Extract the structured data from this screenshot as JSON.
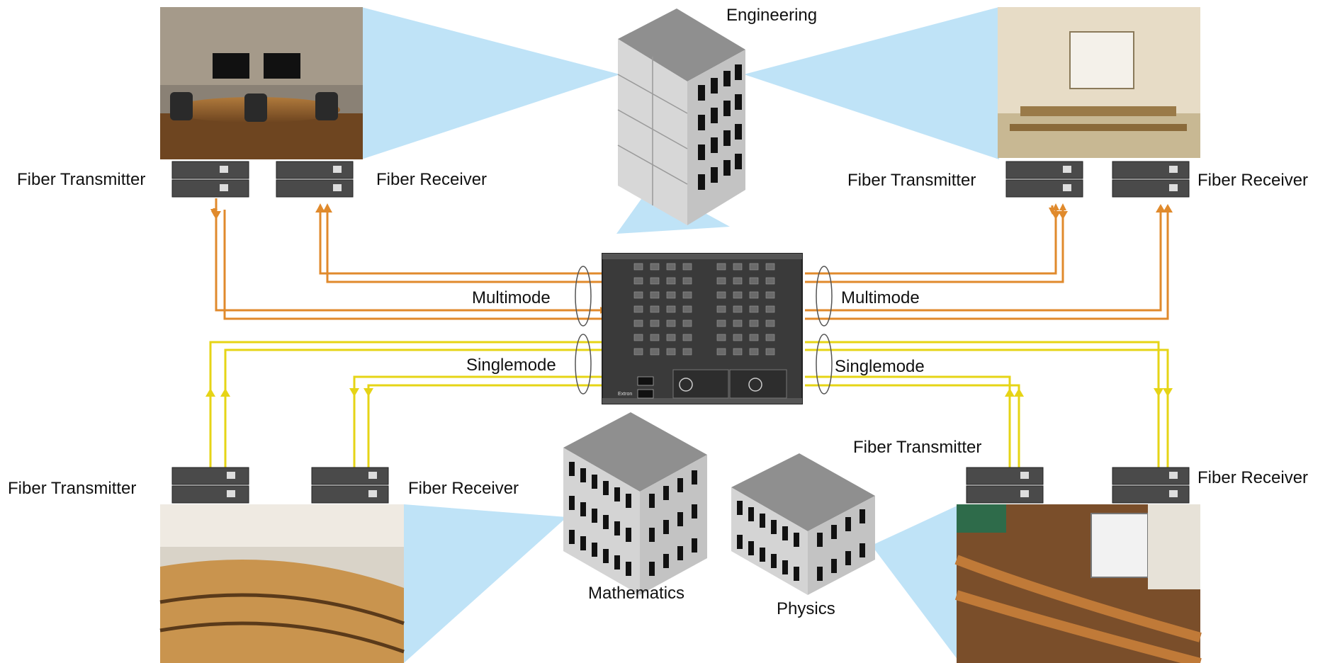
{
  "labels": {
    "engineering": "Engineering",
    "mathematics": "Mathematics",
    "physics": "Physics",
    "multimode_left": "Multimode",
    "multimode_right": "Multimode",
    "singlemode_left": "Singlemode",
    "singlemode_right": "Singlemode",
    "tl_transmitter": "Fiber Transmitter",
    "tl_receiver": "Fiber Receiver",
    "tr_transmitter": "Fiber Transmitter",
    "tr_receiver": "Fiber Receiver",
    "bl_transmitter": "Fiber Transmitter",
    "bl_receiver": "Fiber Receiver",
    "br_transmitter": "Fiber Transmitter",
    "br_receiver": "Fiber Receiver"
  },
  "device_brand": "Extron",
  "colors": {
    "multimode_fiber": "#e08a2c",
    "singlemode_fiber": "#f2e21a",
    "coverage_beam": "#bfe3f7",
    "building_roof": "#8f8f8f",
    "building_wall": "#cfcfcf",
    "matrix_chassis": "#3a3a3a"
  }
}
